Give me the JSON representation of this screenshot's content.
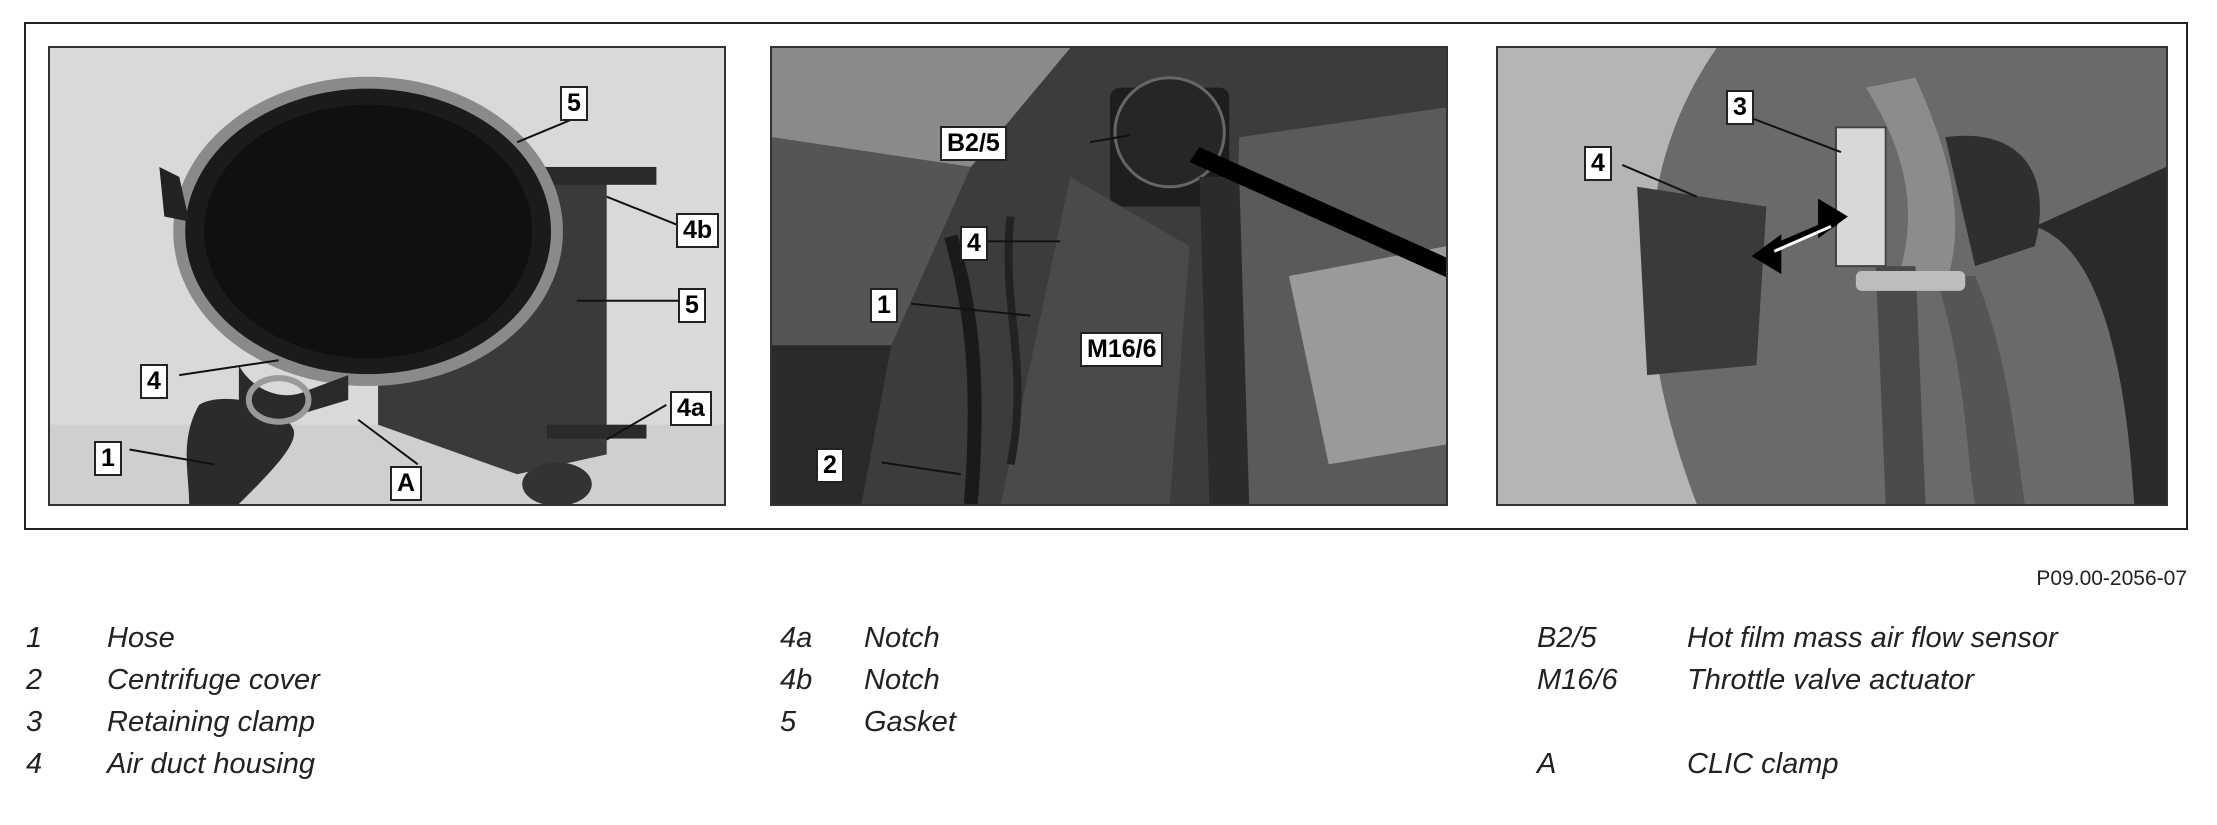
{
  "figure": {
    "id": "P09.00-2056-07",
    "panels": [
      {
        "callouts": [
          "5",
          "4b",
          "5",
          "4",
          "4a",
          "1",
          "A"
        ]
      },
      {
        "callouts": [
          "B2/5",
          "4",
          "1",
          "M16/6",
          "2"
        ]
      },
      {
        "callouts": [
          "3",
          "4"
        ]
      }
    ]
  },
  "legend": {
    "columns": [
      [
        {
          "key": "1",
          "label": "Hose"
        },
        {
          "key": "2",
          "label": "Centrifuge cover"
        },
        {
          "key": "3",
          "label": "Retaining clamp"
        },
        {
          "key": "4",
          "label": "Air duct housing"
        }
      ],
      [
        {
          "key": "4a",
          "label": "Notch"
        },
        {
          "key": "4b",
          "label": "Notch"
        },
        {
          "key": "5",
          "label": "Gasket"
        }
      ],
      [
        {
          "key": "B2/5",
          "label": "Hot film mass air flow sensor"
        },
        {
          "key": "M16/6",
          "label": "Throttle valve actuator"
        },
        {
          "key": "",
          "label": ""
        },
        {
          "key": "A",
          "label": "CLIC clamp"
        }
      ]
    ]
  }
}
